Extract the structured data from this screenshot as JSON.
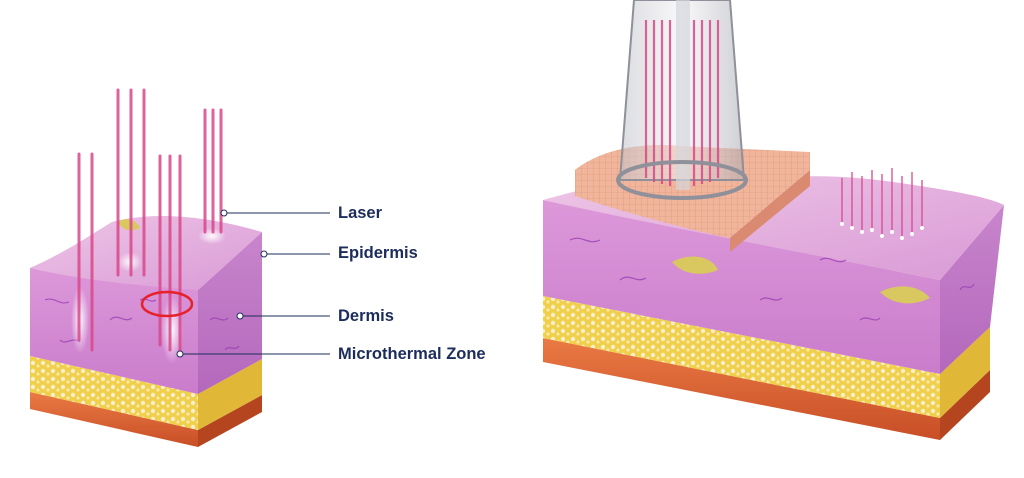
{
  "labels": {
    "laser": "Laser",
    "epidermis": "Epidermis",
    "dermis": "Dermis",
    "microthermal_zone": "Microthermal Zone"
  },
  "colors": {
    "background": "#ffffff",
    "label_text": "#1c2c5b",
    "leader_line": "#1c2c5b",
    "laser_beam": "#d9488a",
    "epidermis": "#e8b4dc",
    "dermis": "#d98ad0",
    "vessels": "#9a3fb4",
    "fat": "#f2d34f",
    "muscle": "#e06a3a",
    "highlight_ellipse": "#e8202a",
    "applicator_tip": "#f0b49a"
  },
  "icons": {
    "left_block": "skin-cross-section-icon",
    "right_block": "skin-cross-section-with-applicator-icon",
    "handpiece": "laser-handpiece-icon"
  }
}
